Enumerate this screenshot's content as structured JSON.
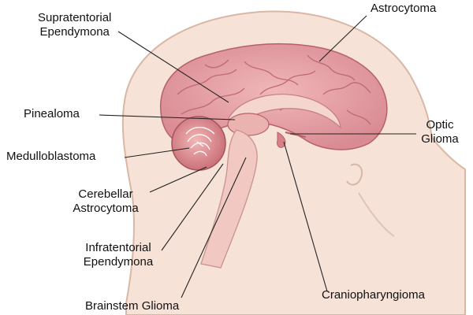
{
  "labels": {
    "supratentorial_ependymoma": [
      "Supratentorial",
      "Ependymona"
    ],
    "astrocytoma": "Astrocytoma",
    "pinealoma": "Pinealoma",
    "optic_glioma": [
      "Optic",
      "Glioma"
    ],
    "medulloblastoma": "Medulloblastoma",
    "cerebellar_astrocytoma": [
      "Cerebellar",
      "Astrocytoma"
    ],
    "infratentorial_ependymoma": [
      "Infratentorial",
      "Ependymona"
    ],
    "craniopharyngioma": "Craniopharyngioma",
    "brainstem_glioma": "Brainstem Glioma"
  },
  "colors": {
    "skin": "#f6e2d6",
    "skin_outline": "#d9b7a6",
    "cortex": "#e7a1a6",
    "cortex_dark": "#c9737c",
    "cerebellum": "#d98087",
    "brainstem": "#f1c9c2",
    "leader_line": "#222222"
  }
}
